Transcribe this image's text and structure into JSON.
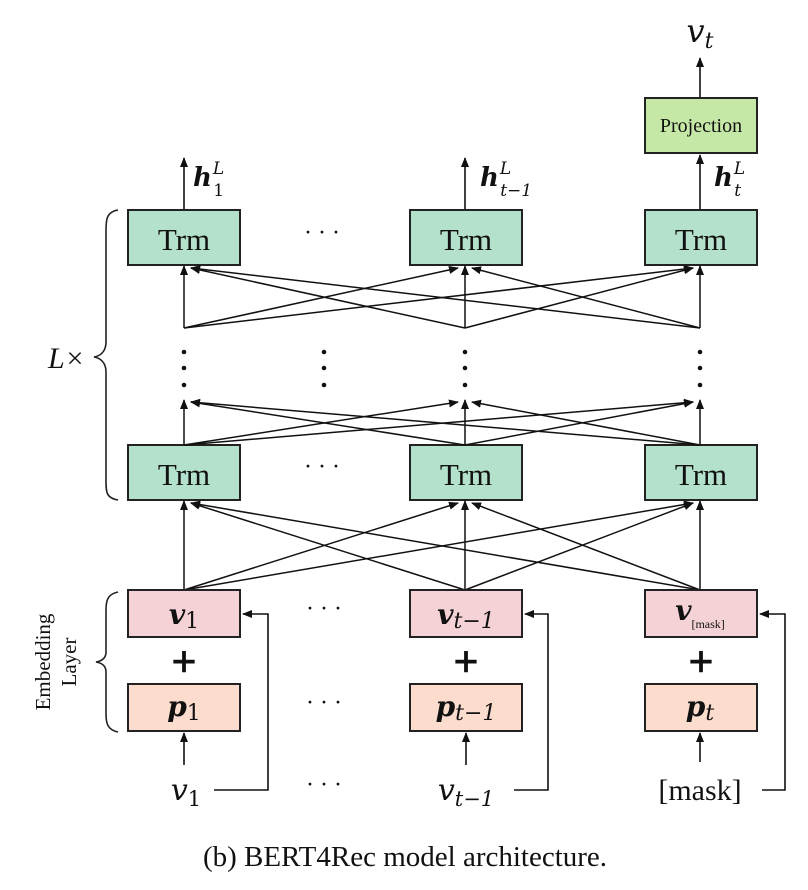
{
  "figure": {
    "caption": "(b) BERT4Rec model architecture.",
    "output_label": {
      "main": "v",
      "sub": "t"
    },
    "projection_label": "Projection",
    "layer_repeat_label": "L×",
    "embedding_group_label": [
      "Embedding",
      "Layer"
    ],
    "ellipsis": "· · ·",
    "plus": "+",
    "colors": {
      "trm_fill": "#b3e1cb",
      "projection_fill": "#c6e8a6",
      "item_embedding_fill": "#f4d2d6",
      "position_embedding_fill": "#fbdccd",
      "stroke": "#222222"
    },
    "columns": [
      {
        "hidden_output": {
          "main": "h",
          "sup": "L",
          "sub": "1"
        },
        "trm_label": "Trm",
        "item_embedding": {
          "main": "v",
          "sub": "1",
          "sub_small": false
        },
        "position_embedding": {
          "main": "p",
          "sub": "1"
        },
        "input": {
          "main": "v",
          "sub": "1"
        }
      },
      {
        "hidden_output": {
          "main": "h",
          "sup": "L",
          "sub": "t−1"
        },
        "trm_label": "Trm",
        "item_embedding": {
          "main": "v",
          "sub": "t−1",
          "sub_small": false
        },
        "position_embedding": {
          "main": "p",
          "sub": "t−1"
        },
        "input": {
          "main": "v",
          "sub": "t−1"
        }
      },
      {
        "hidden_output": {
          "main": "h",
          "sup": "L",
          "sub": "t"
        },
        "trm_label": "Trm",
        "item_embedding": {
          "main": "v",
          "sub": "[mask]",
          "sub_small": true
        },
        "position_embedding": {
          "main": "p",
          "sub": "t"
        },
        "input": {
          "main": "[mask]",
          "sub": ""
        }
      }
    ]
  }
}
